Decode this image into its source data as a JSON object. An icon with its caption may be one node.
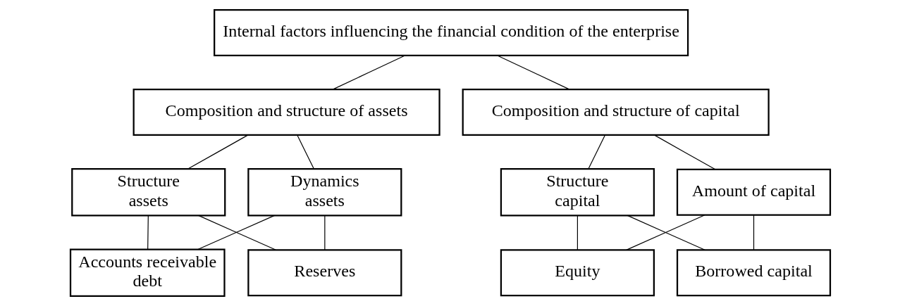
{
  "diagram": {
    "nodes": [
      {
        "text": [
          "Internal factors influencing the financial condition of the enterprise"
        ]
      },
      {
        "text": [
          "Composition and structure of assets"
        ]
      },
      {
        "text": [
          "Composition and structure of capital"
        ]
      },
      {
        "text": [
          "Structure assets"
        ]
      },
      {
        "text": [
          "Dynamics assets"
        ]
      },
      {
        "text": [
          "Structure capital"
        ]
      },
      {
        "text": [
          "Amount of capital"
        ]
      },
      {
        "text": [
          "Accounts receivable debt"
        ]
      },
      {
        "text": [
          "Reserves"
        ]
      },
      {
        "text": [
          "Equity"
        ]
      },
      {
        "text": [
          "Borrowed capital"
        ]
      }
    ],
    "edges": [
      {
        "from": 0,
        "to": 1,
        "arrow": "none"
      },
      {
        "from": 0,
        "to": 2,
        "arrow": "none"
      },
      {
        "from": 1,
        "to": 3,
        "arrow": "none"
      },
      {
        "from": 1,
        "to": 4,
        "arrow": "none"
      },
      {
        "from": 2,
        "to": 5,
        "arrow": "none"
      },
      {
        "from": 2,
        "to": 6,
        "arrow": "none"
      },
      {
        "from": 3,
        "to": 7,
        "arrow": "none"
      },
      {
        "from": 3,
        "to": 8,
        "arrow": "none"
      },
      {
        "from": 4,
        "to": 7,
        "arrow": "none"
      },
      {
        "from": 4,
        "to": 8,
        "arrow": "none"
      },
      {
        "from": 5,
        "to": 9,
        "arrow": "none"
      },
      {
        "from": 5,
        "to": 10,
        "arrow": "none"
      },
      {
        "from": 6,
        "to": 9,
        "arrow": "none"
      },
      {
        "from": 6,
        "to": 10,
        "arrow": "none"
      }
    ]
  }
}
